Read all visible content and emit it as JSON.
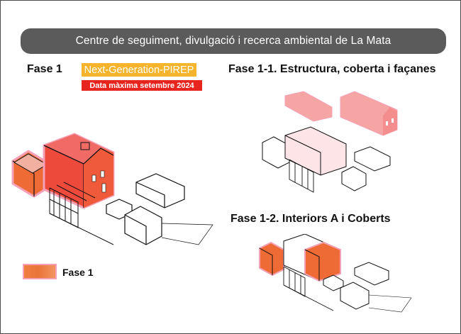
{
  "title": "Centre de seguiment, divulgació i recerca ambiental de La Mata",
  "phase_main": {
    "heading": "Fase 1",
    "program_badge": "Next-Generation-PIREP",
    "deadline_badge": "Data màxima setembre 2024"
  },
  "phase_1_1": {
    "heading": "Fase 1-1. Estructura, coberta i  façanes"
  },
  "phase_1_2": {
    "heading": "Fase 1-2. Interiors A i Coberts"
  },
  "legend": {
    "label": "Fase 1"
  },
  "colors": {
    "banner": "#5b5b5b",
    "program_badge": "#f5b42b",
    "deadline_badge": "#e8241f",
    "fase_red": "#ee4a3c",
    "fase_orange": "#ee6b35",
    "fase_pink": "#f4a0b6"
  }
}
